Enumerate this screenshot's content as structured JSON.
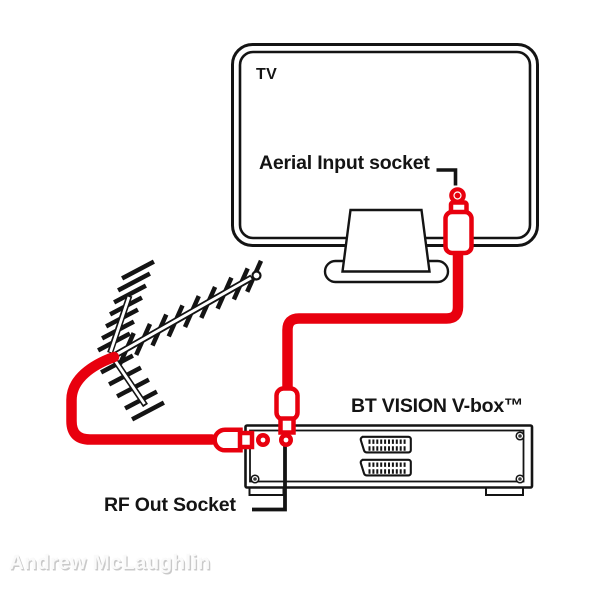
{
  "labels": {
    "tv": "TV",
    "aerial_input": "Aerial Input socket",
    "box_name": "BT VISION V-box™",
    "rf_out": "RF Out Socket",
    "watermark": "Andrew McLaughlin"
  },
  "colors": {
    "cable_red": "#e8000e",
    "line_ink": "#141414",
    "background": "#ffffff",
    "watermark_gray": "#c9c9c9"
  }
}
